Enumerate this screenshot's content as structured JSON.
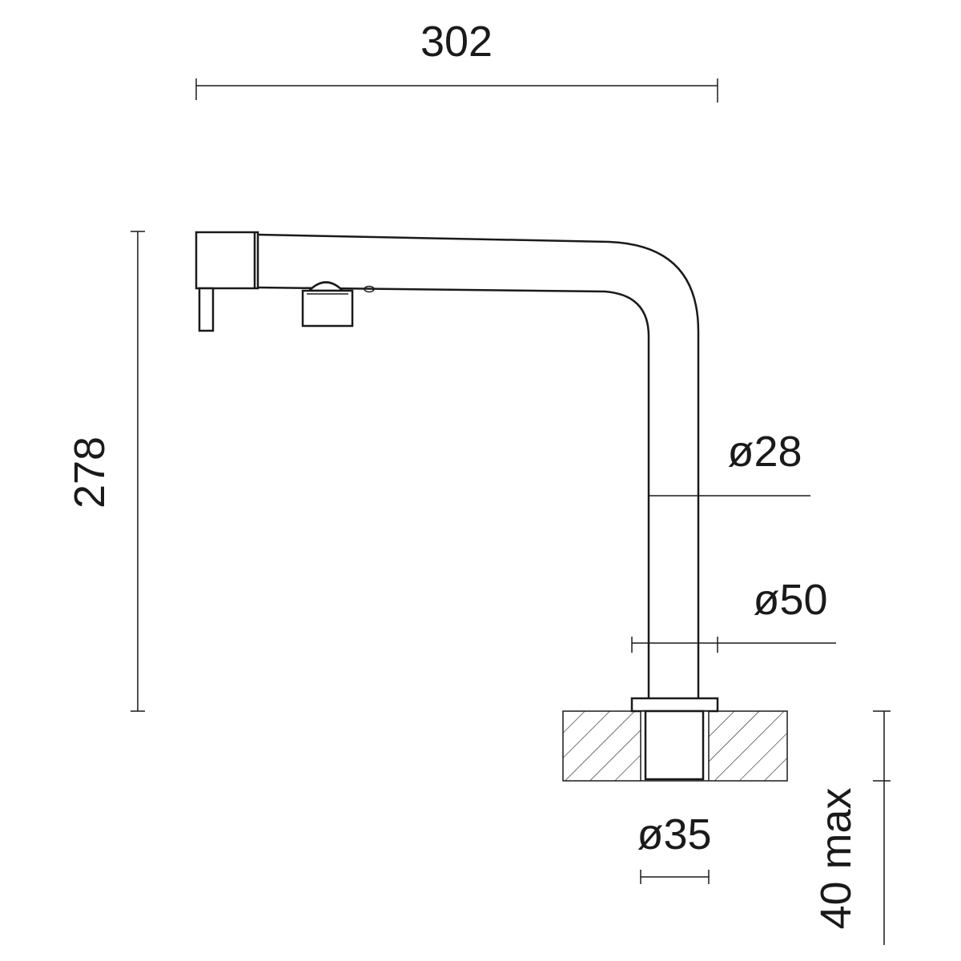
{
  "dimensions": {
    "reach": "302",
    "height": "278",
    "pipe_diameter": "ø28",
    "base_diameter": "ø50",
    "hole_diameter": "ø35",
    "counter_thickness": "40 max"
  },
  "colors": {
    "line": "#1a1a1a",
    "background": "#ffffff"
  }
}
